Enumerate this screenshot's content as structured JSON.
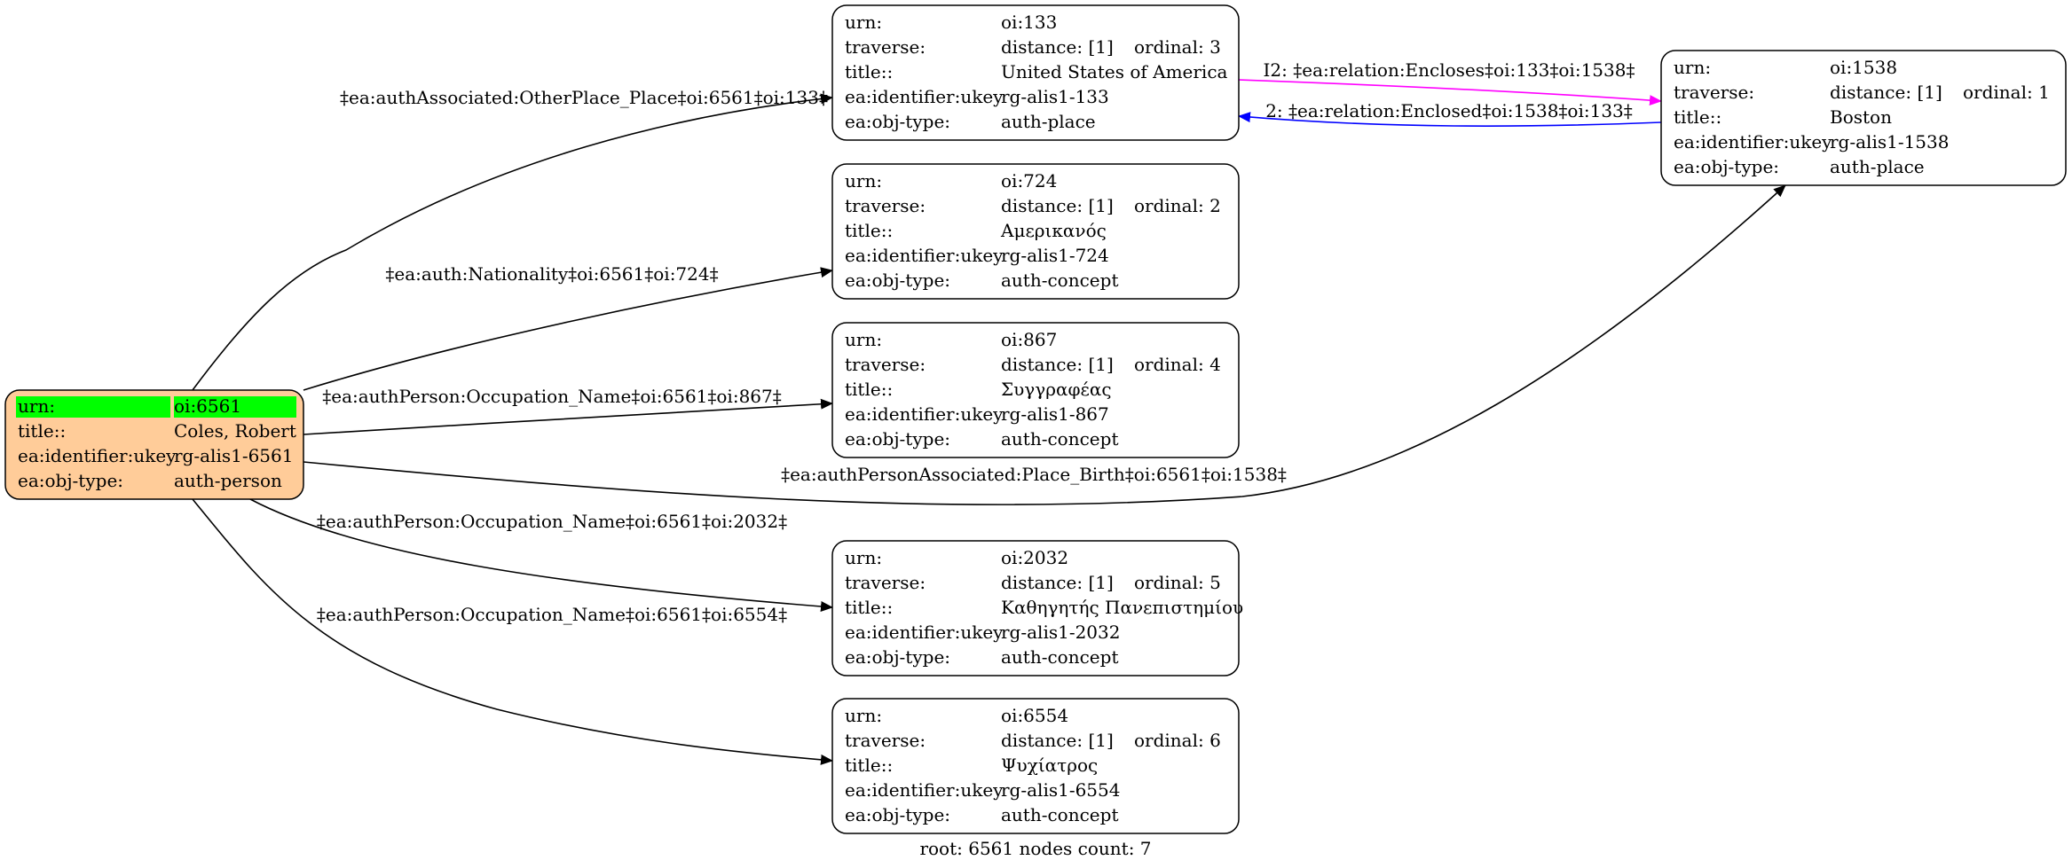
{
  "colors": {
    "root_fill": "#ffcc99",
    "root_highlight": "#00ff00",
    "edge_default": "#000000",
    "edge_encloses": "#ff00ff",
    "edge_enclosed": "#0000ff"
  },
  "root": {
    "id": "oi:6561",
    "rows": [
      {
        "key": "urn:",
        "value": "oi:6561",
        "highlight": true
      },
      {
        "key": "title::",
        "value": "Coles, Robert"
      },
      {
        "key": "ea:identifier:ukey",
        "value": "rg-alis1-6561"
      },
      {
        "key": "ea:obj-type:",
        "value": "auth-person"
      }
    ]
  },
  "nodes": [
    {
      "id": "oi:133",
      "rows": [
        {
          "key": "urn:",
          "value": "oi:133"
        },
        {
          "key": "traverse:",
          "value": "distance: [1]",
          "extra": "ordinal: 3"
        },
        {
          "key": "title::",
          "value": "United States of America"
        },
        {
          "key": "ea:identifier:ukey",
          "value": "rg-alis1-133"
        },
        {
          "key": "ea:obj-type:",
          "value": "auth-place"
        }
      ]
    },
    {
      "id": "oi:724",
      "rows": [
        {
          "key": "urn:",
          "value": "oi:724"
        },
        {
          "key": "traverse:",
          "value": "distance: [1]",
          "extra": "ordinal: 2"
        },
        {
          "key": "title::",
          "value": "Αμερικανός"
        },
        {
          "key": "ea:identifier:ukey",
          "value": "rg-alis1-724"
        },
        {
          "key": "ea:obj-type:",
          "value": "auth-concept"
        }
      ]
    },
    {
      "id": "oi:867",
      "rows": [
        {
          "key": "urn:",
          "value": "oi:867"
        },
        {
          "key": "traverse:",
          "value": "distance: [1]",
          "extra": "ordinal: 4"
        },
        {
          "key": "title::",
          "value": "Συγγραφέας"
        },
        {
          "key": "ea:identifier:ukey",
          "value": "rg-alis1-867"
        },
        {
          "key": "ea:obj-type:",
          "value": "auth-concept"
        }
      ]
    },
    {
      "id": "oi:2032",
      "rows": [
        {
          "key": "urn:",
          "value": "oi:2032"
        },
        {
          "key": "traverse:",
          "value": "distance: [1]",
          "extra": "ordinal: 5"
        },
        {
          "key": "title::",
          "value": "Καθηγητής Πανεπιστημίου"
        },
        {
          "key": "ea:identifier:ukey",
          "value": "rg-alis1-2032"
        },
        {
          "key": "ea:obj-type:",
          "value": "auth-concept"
        }
      ]
    },
    {
      "id": "oi:6554",
      "rows": [
        {
          "key": "urn:",
          "value": "oi:6554"
        },
        {
          "key": "traverse:",
          "value": "distance: [1]",
          "extra": "ordinal: 6"
        },
        {
          "key": "title::",
          "value": "Ψυχίατρος"
        },
        {
          "key": "ea:identifier:ukey",
          "value": "rg-alis1-6554"
        },
        {
          "key": "ea:obj-type:",
          "value": "auth-concept"
        }
      ]
    },
    {
      "id": "oi:1538",
      "rows": [
        {
          "key": "urn:",
          "value": "oi:1538"
        },
        {
          "key": "traverse:",
          "value": "distance: [1]",
          "extra": "ordinal: 1"
        },
        {
          "key": "title::",
          "value": "Boston"
        },
        {
          "key": "ea:identifier:ukey",
          "value": "rg-alis1-1538"
        },
        {
          "key": "ea:obj-type:",
          "value": "auth-place"
        }
      ]
    }
  ],
  "edges": [
    {
      "from": "oi:6561",
      "to": "oi:133",
      "label": "‡ea:authAssociated:OtherPlace_Place‡oi:6561‡oi:133‡",
      "color": "edge_default"
    },
    {
      "from": "oi:6561",
      "to": "oi:724",
      "label": "‡ea:auth:Nationality‡oi:6561‡oi:724‡",
      "color": "edge_default"
    },
    {
      "from": "oi:6561",
      "to": "oi:867",
      "label": "‡ea:authPerson:Occupation_Name‡oi:6561‡oi:867‡",
      "color": "edge_default"
    },
    {
      "from": "oi:6561",
      "to": "oi:1538",
      "label": "‡ea:authPersonAssociated:Place_Birth‡oi:6561‡oi:1538‡",
      "color": "edge_default"
    },
    {
      "from": "oi:6561",
      "to": "oi:2032",
      "label": "‡ea:authPerson:Occupation_Name‡oi:6561‡oi:2032‡",
      "color": "edge_default"
    },
    {
      "from": "oi:6561",
      "to": "oi:6554",
      "label": "‡ea:authPerson:Occupation_Name‡oi:6561‡oi:6554‡",
      "color": "edge_default"
    },
    {
      "from": "oi:133",
      "to": "oi:1538",
      "label": "I2: ‡ea:relation:Encloses‡oi:133‡oi:1538‡",
      "color": "edge_encloses"
    },
    {
      "from": "oi:1538",
      "to": "oi:133",
      "label": "2: ‡ea:relation:Enclosed‡oi:1538‡oi:133‡",
      "color": "edge_enclosed"
    }
  ],
  "footer": "root: 6561 nodes count: 7"
}
